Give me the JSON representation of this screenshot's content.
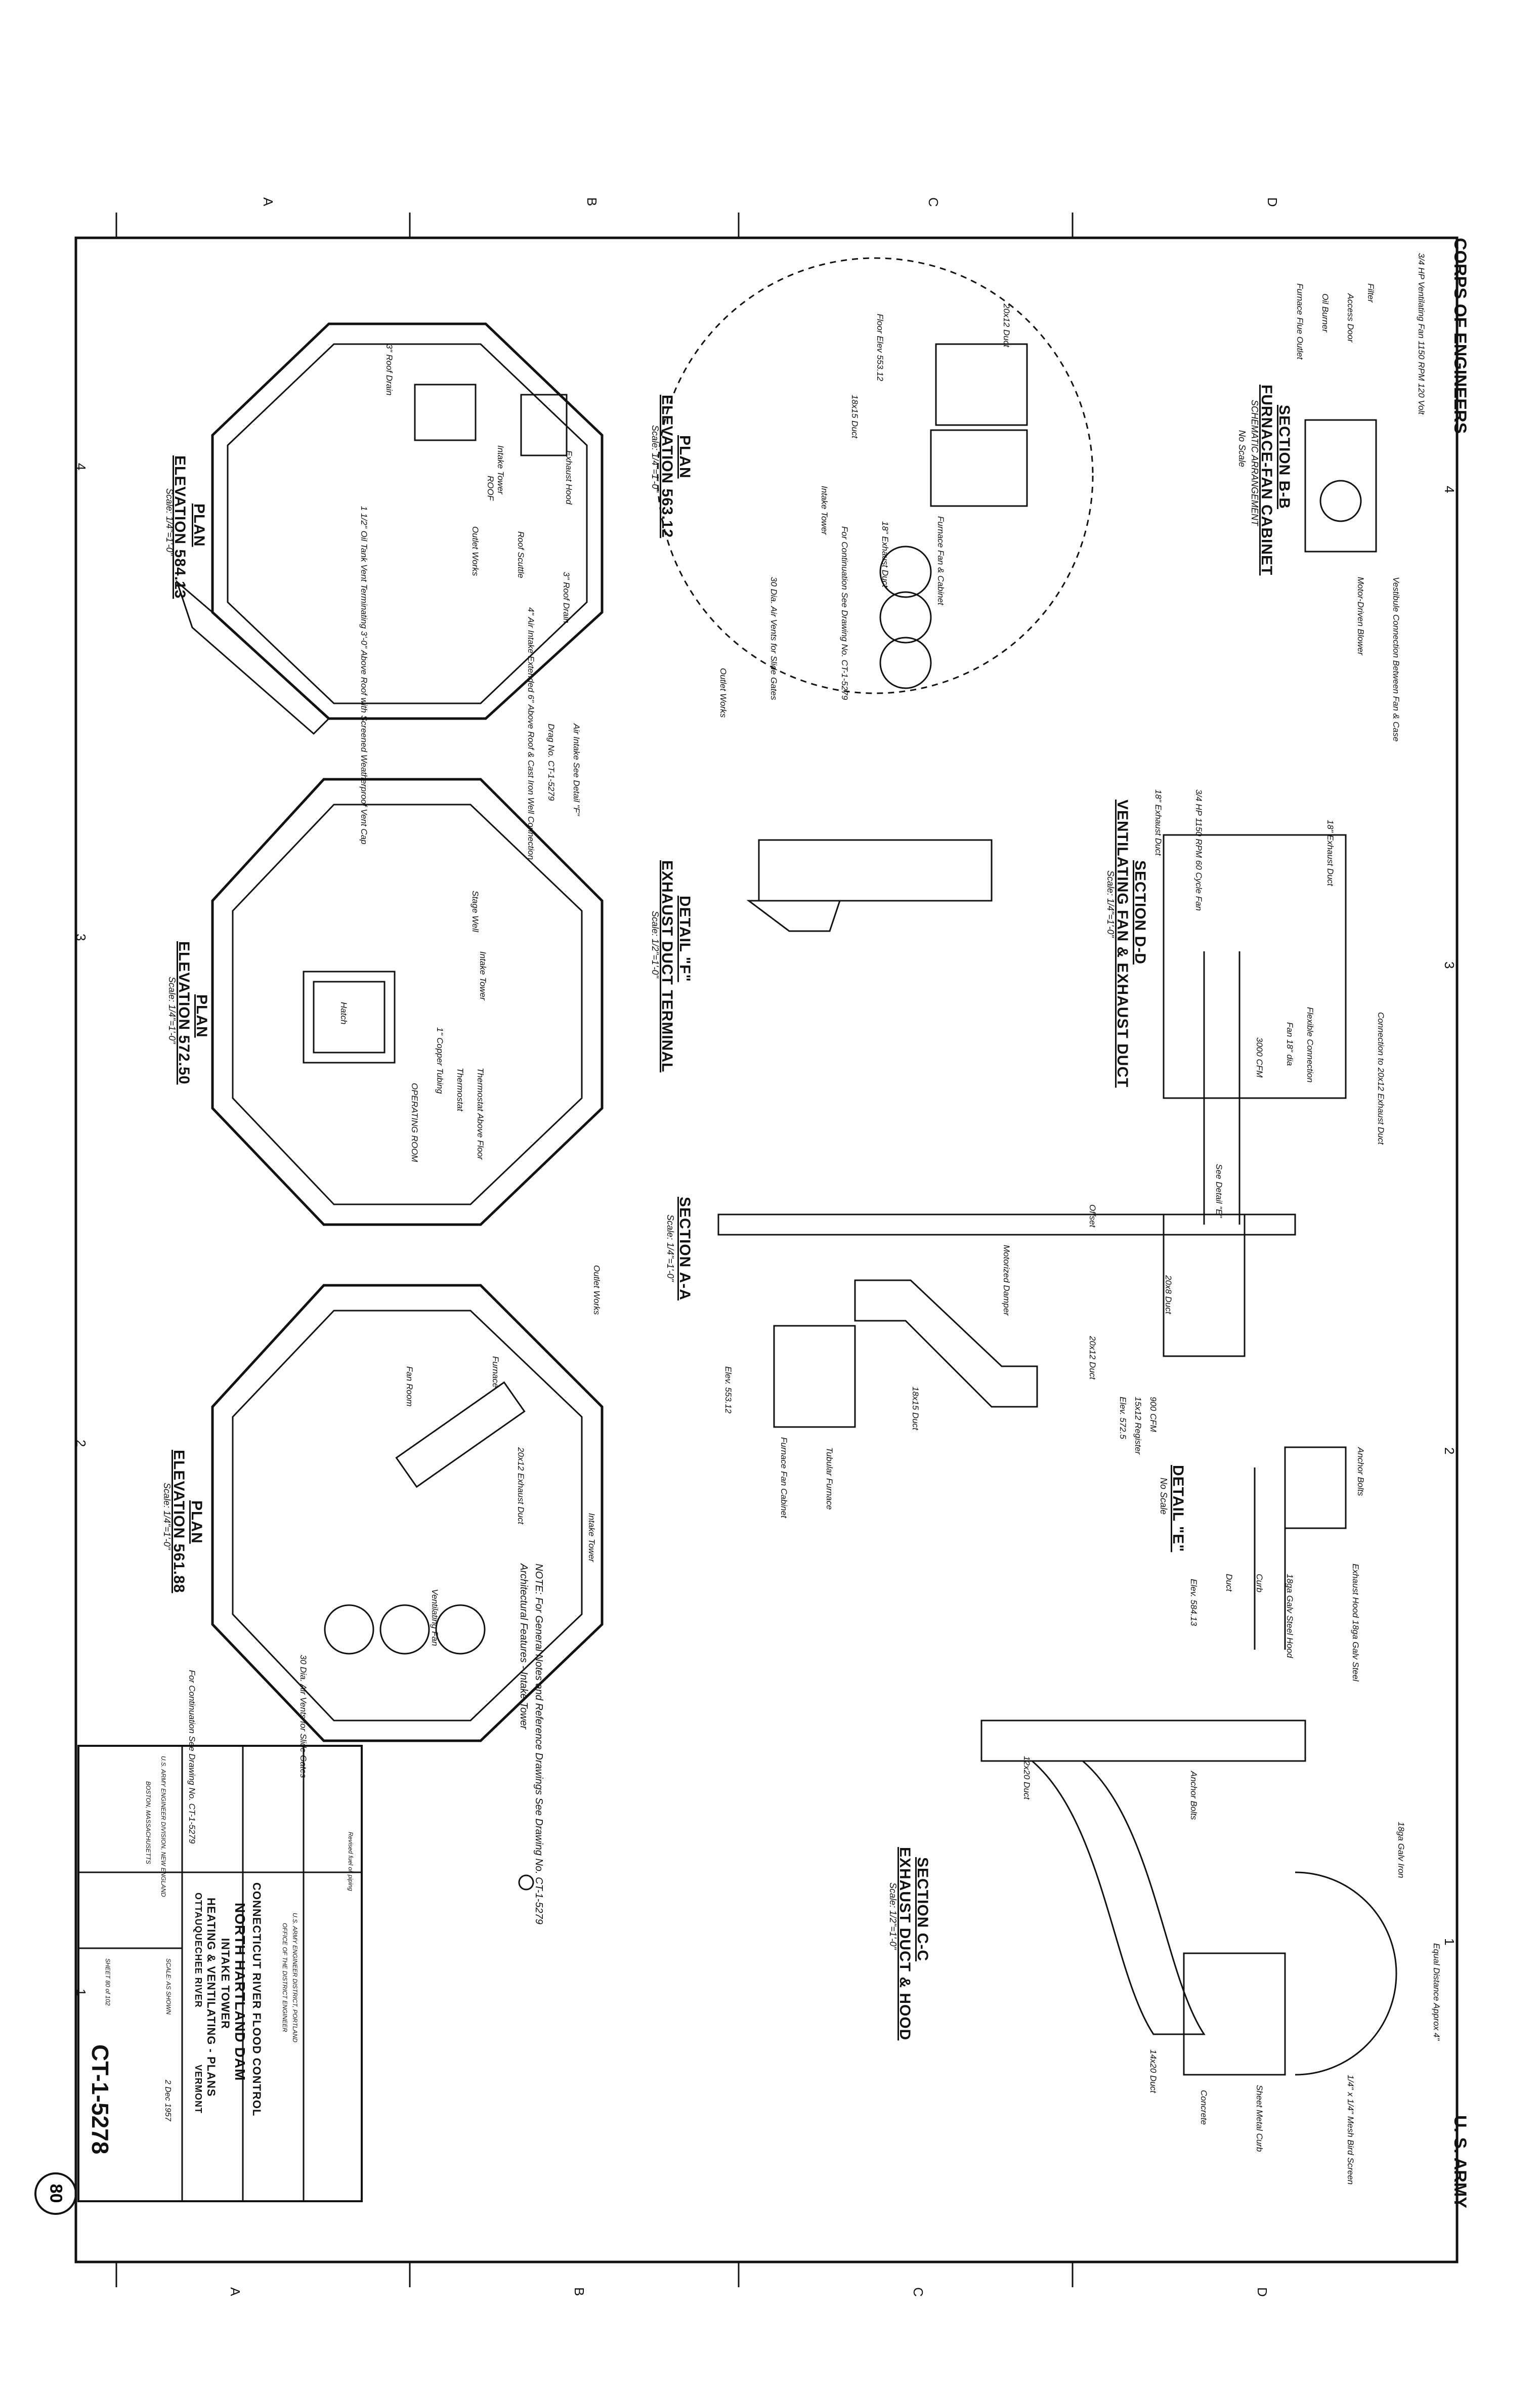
{
  "sheet": {
    "header_left": "CORPS OF ENGINEERS",
    "header_right": "U. S. ARMY",
    "grid_columns": [
      "4",
      "3",
      "2",
      "1"
    ],
    "grid_rows": [
      "A",
      "B",
      "C",
      "D"
    ],
    "sheet_circle": "80"
  },
  "views": {
    "plan_58413": {
      "title": "PLAN",
      "subtitle": "ELEVATION  584.13",
      "scale": "Scale: 1/4\"=1'-0\""
    },
    "plan_56312": {
      "title": "PLAN",
      "subtitle": "ELEVATION  563.12",
      "scale": "Scale: 1/4\"=1'-0\""
    },
    "plan_57250": {
      "title": "PLAN",
      "subtitle": "ELEVATION  572.50",
      "scale": "Scale: 1/4\"=1'-0\""
    },
    "plan_56188": {
      "title": "PLAN",
      "subtitle": "ELEVATION  561.88",
      "scale": "Scale: 1/4\"=1'-0\""
    },
    "section_bb": {
      "title": "SECTION  B-B",
      "subtitle": "FURNACE-FAN CABINET",
      "note": "SCHEMATIC ARRANGEMENT",
      "scale": "No Scale"
    },
    "section_dd": {
      "title": "SECTION  D-D",
      "subtitle": "VENTILATING FAN & EXHAUST DUCT",
      "scale": "Scale: 1/4\"=1'-0\""
    },
    "detail_f": {
      "title": "DETAIL  \"F\"",
      "subtitle": "EXHAUST DUCT TERMINAL",
      "scale": "Scale: 1/2\"=1'-0\""
    },
    "section_aa": {
      "title": "SECTION  A-A",
      "scale": "Scale: 1/4\"=1'-0\""
    },
    "detail_e": {
      "title": "DETAIL  \"E\"",
      "scale": "No Scale"
    },
    "section_cc": {
      "title": "SECTION  C-C",
      "subtitle": "EXHAUST DUCT & HOOD",
      "scale": "Scale: 1/2\"=1'-0\""
    }
  },
  "annotations": {
    "plan_roof": [
      "Roof Scuttle",
      "3\" Roof Drain",
      "1 1/2\" Oil Tank Vent Terminating 3'-0\" Above Roof with Screened Weatherproof Vent Cap",
      "ROOF",
      "Exhaust Hood",
      "Intake Tower",
      "Outlet Works",
      "3\" Roof Drain",
      "4\" Air Intake Extended 6\" Above Roof & Cast Iron Well Connection"
    ],
    "plan_563": [
      "20x12 Duct",
      "18x15 Duct",
      "Intake Tower",
      "Floor Elev 553.12",
      "Furnace Fan & Cabinet",
      "18\" Exhaust Duct",
      "For Continuation See Drawing No. CT-1-5279",
      "30 Dia. Air Vents for Slide Gates",
      "Outlet Works"
    ],
    "plan_572": [
      "Air Intake See Detail \"F\"",
      "Drag No. CT-1-5279",
      "Intake Tower",
      "Stage Well",
      "Hatch",
      "OPERATING ROOM",
      "Thermostat",
      "1\" Copper Tubing",
      "Thermostat Above Floor"
    ],
    "plan_561": [
      "20x12 Exhaust Duct",
      "Intake Tower",
      "Fan Room",
      "30 Dia. Air Vents for Slide Gates",
      "Ventilating Fan",
      "Furnace",
      "Outlet Works",
      "For Continuation See Drawing No. CT-1-5279"
    ],
    "section_bb_notes": [
      "3/4 HP Ventilating Fan 1150 RPM 120 Volt",
      "Filter",
      "Access Door",
      "Vestibule Connection Between Fan & Case",
      "Motor-Driven Blower",
      "Oil Burner",
      "Furnace Flue Outlet"
    ],
    "section_dd_notes": [
      "18\" Exhaust Duct",
      "3/4 HP 1150 RPM 60 Cycle Fan",
      "18\" Exhaust Duct",
      "Connection to 20x12 Exhaust Duct",
      "Fan 18\" dia",
      "Flexible Connection",
      "3000 CFM"
    ],
    "section_aa_notes": [
      "20x8 Duct",
      "Motorized Damper",
      "18x15 Duct",
      "20x12 Duct",
      "Furnace Fan Cabinet",
      "Elev. 553.12",
      "Offset",
      "900 CFM",
      "15x12 Register",
      "Elev. 572.5",
      "Tubular Furnace",
      "See Detail \"E\""
    ],
    "detail_e_notes": [
      "Exhaust Hood 18ga Galv Steel",
      "Anchor Bolts",
      "Curb",
      "Duct",
      "18ga Galv Steel Hood",
      "Elev. 584.13"
    ],
    "section_cc_notes": [
      "12x20 Duct",
      "Anchor Bolts",
      "18ga Galv Iron",
      "Equal Distance Approx 4\"",
      "1/4\" x 1/4\" Mesh Bird Screen",
      "Sheet Metal Curb",
      "Concrete",
      "14x20 Duct"
    ]
  },
  "notes": {
    "general": "NOTE: For General Notes and Reference Drawings See Drawing No. CT-1-5279",
    "architectural": "Architectural Features - Intake Tower"
  },
  "title_block": {
    "agency_1": "U.S. ARMY ENGINEER DISTRICT, PORTLAND",
    "agency_2": "OFFICE OF THE DISTRICT ENGINEER",
    "project_1": "CONNECTICUT RIVER FLOOD CONTROL",
    "project_2": "NORTH HARTLAND DAM",
    "project_3": "INTAKE TOWER",
    "project_4": "HEATING & VENTILATING - PLANS",
    "project_5": "OTTAUQUECHEE RIVER",
    "state": "VERMONT",
    "division": "U.S. ARMY ENGINEER DIVISION, NEW ENGLAND",
    "location": "BOSTON, MASSACHUSETTS",
    "scale_label": "SCALE: AS SHOWN",
    "date": "2 Dec 1957",
    "sheet_label": "SHEET 80 of 102",
    "revision_note": "Revised fuel oil piping",
    "drawing_number": "CT-1-5278"
  }
}
